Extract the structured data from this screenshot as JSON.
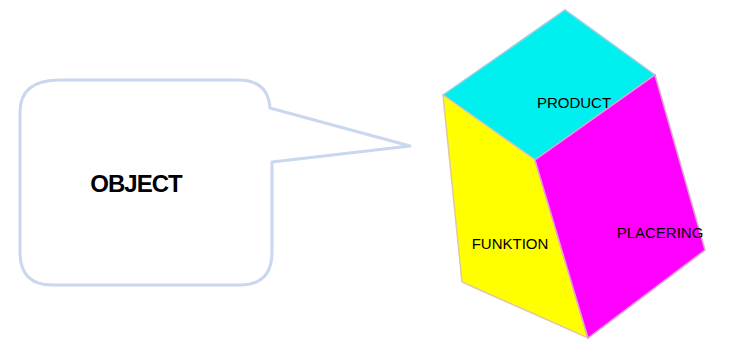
{
  "diagram": {
    "nodes": [
      {
        "text": [
          "OBJECT"
        ]
      },
      {
        "text": [
          "PRODUCT"
        ]
      },
      {
        "text": [
          "FUNKTION"
        ]
      },
      {
        "text": [
          "PLACERING"
        ]
      }
    ]
  }
}
